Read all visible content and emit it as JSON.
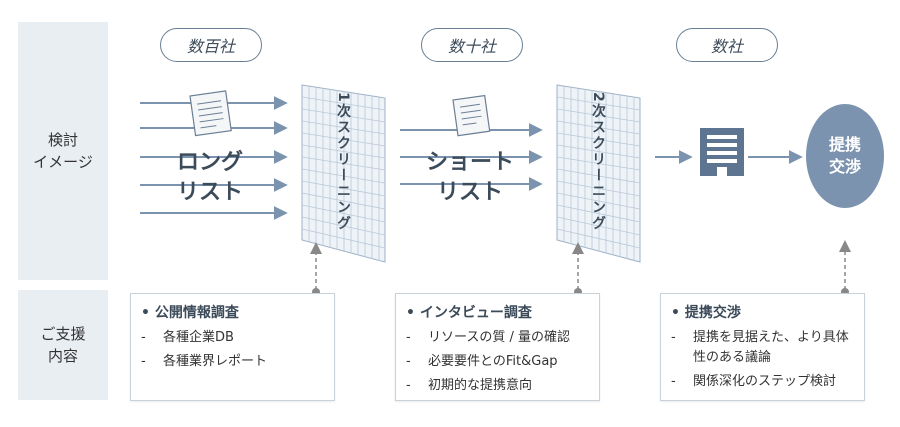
{
  "row_labels": {
    "image": "検討\nイメージ",
    "support": "ご支援\n内容"
  },
  "stages": [
    {
      "pill": "数百社",
      "title": "ロング\nリスト"
    },
    {
      "pill": "数十社",
      "title": "ショート\nリスト"
    },
    {
      "pill": "数社"
    }
  ],
  "screens": [
    {
      "label": "1次スクリーニング"
    },
    {
      "label": "2次スクリーニング"
    }
  ],
  "final": {
    "label": "提携\n交渉"
  },
  "cards": [
    {
      "title": "• 公開情報調査",
      "items": [
        "各種企業DB",
        "各種業界レポート"
      ]
    },
    {
      "title": "• インタビュー調査",
      "items": [
        "リソースの質 / 量の確認",
        "必要要件とのFit&Gap",
        "初期的な提携意向"
      ]
    },
    {
      "title": "• 提携交渉",
      "items": [
        "提携を見据えた、より具体性のある議論",
        "関係深化のステップ検討"
      ]
    }
  ],
  "colors": {
    "accent": "#7b93ae",
    "dark": "#3c4b5a",
    "panel": "#e9eef3"
  }
}
